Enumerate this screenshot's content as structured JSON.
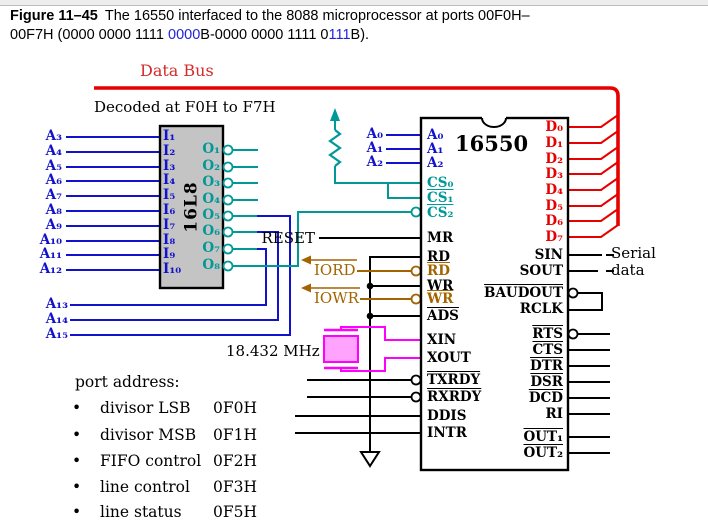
{
  "caption": {
    "label": "Figure 11–45",
    "line1_rest": "The 16550 interfaced to the 8088 microprocessor at ports 00F0H–",
    "line2": {
      "black1": "00F7H (0000 0000 1111 ",
      "blue1": "0000",
      "black2": "B-0000 0000 1111 0",
      "blue2": "111",
      "black3": "B)."
    }
  },
  "bus": {
    "data_bus": "Data Bus",
    "decoded": "Decoded at F0H to F7H"
  },
  "decoder": {
    "title": "16L8",
    "address_pins": [
      "A₃",
      "A₄",
      "A₅",
      "A₆",
      "A₇",
      "A₈",
      "A₉",
      "A₁₀",
      "A₁₁",
      "A₁₂"
    ],
    "extra_address_pins": [
      "A₁₃",
      "A₁₄",
      "A₁₅"
    ],
    "input_pins": [
      "I₁",
      "I₂",
      "I₃",
      "I₄",
      "I₅",
      "I₆",
      "I₇",
      "I₈",
      "I₉",
      "I₁₀"
    ],
    "output_pins": [
      "O₁",
      "O₂",
      "O₃",
      "O₄",
      "O₅",
      "O₆",
      "O₇",
      "O₈"
    ]
  },
  "uart": {
    "title": "16550",
    "ext_address_pins": [
      "A₀",
      "A₁",
      "A₂"
    ],
    "pins_left": [
      "A₀",
      "A₁",
      "A₂",
      "CS₀",
      "CS₁",
      "CS₂",
      "MR",
      "RD",
      "RD",
      "WR",
      "WR",
      "ADS",
      "XIN",
      "XOUT",
      "TXRDY",
      "RXRDY",
      "DDIS",
      "INTR"
    ],
    "pins_right": [
      "D₀",
      "D₁",
      "D₂",
      "D₃",
      "D₄",
      "D₅",
      "D₆",
      "D₇",
      "SIN",
      "SOUT",
      "BAUDOUT",
      "RCLK",
      "RTS",
      "CTS",
      "DTR",
      "DSR",
      "DCD",
      "RI",
      "OUT₁",
      "OUT₂"
    ],
    "serial_label_1": "Serial",
    "serial_label_2": "data"
  },
  "signals": {
    "reset": "RESET",
    "iord": "IORD",
    "iowr": "IOWR",
    "crystal": "18.432 MHz"
  },
  "port_address": {
    "title": "port address:",
    "bullet": "•",
    "items": [
      {
        "label": "divisor LSB",
        "value": "0F0H"
      },
      {
        "label": "divisor MSB",
        "value": "0F1H"
      },
      {
        "label": "FIFO control",
        "value": "0F2H"
      },
      {
        "label": "line control",
        "value": "0F3H"
      },
      {
        "label": "line status",
        "value": "0F5H"
      }
    ]
  },
  "colors": {
    "address_blue": "#1212cc",
    "chip_select_teal": "#009898",
    "data_red": "#e60000",
    "control_brown": "#a26400",
    "crystal_magenta": "#ff00ff",
    "crystal_pink": "#ffa3ff",
    "decoder_gray": "#c4c4c4"
  }
}
